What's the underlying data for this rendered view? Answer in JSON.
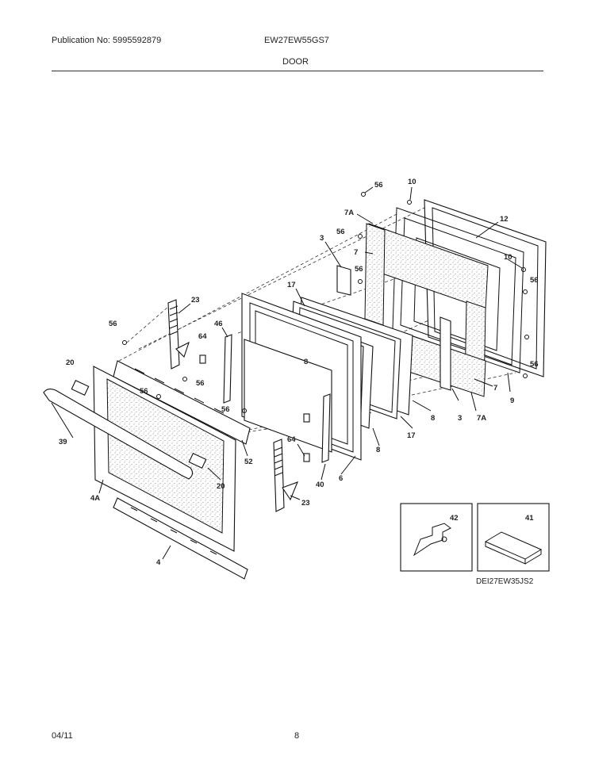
{
  "header": {
    "publication": "Publication No: 5995592879",
    "model": "EW27EW55GS7",
    "section": "DOOR"
  },
  "callouts": {
    "c56a": "56",
    "c10a": "10",
    "c7Aa": "7A",
    "c12": "12",
    "c56b": "56",
    "c3a": "3",
    "c7a": "7",
    "c10b": "10",
    "c56c": "56",
    "c56d": "56",
    "c17a": "17",
    "c23a": "23",
    "c46": "46",
    "c56e": "56",
    "c64a": "64",
    "c8a": "8",
    "c20a": "20",
    "c56f": "56",
    "c56g": "56",
    "c56h": "56",
    "c56i": "56",
    "c7b": "7",
    "c9": "9",
    "c8b": "8",
    "c3b": "3",
    "c7Ab": "7A",
    "c39": "39",
    "c52": "52",
    "c17b": "17",
    "c8c": "8",
    "c64b": "64",
    "c20b": "20",
    "c40": "40",
    "c6": "6",
    "c4A": "4A",
    "c23b": "23",
    "c4": "4",
    "c42": "42",
    "c41": "41"
  },
  "diagram_code": "DEI27EW35JS2",
  "footer": {
    "date": "04/11",
    "page": "8"
  }
}
